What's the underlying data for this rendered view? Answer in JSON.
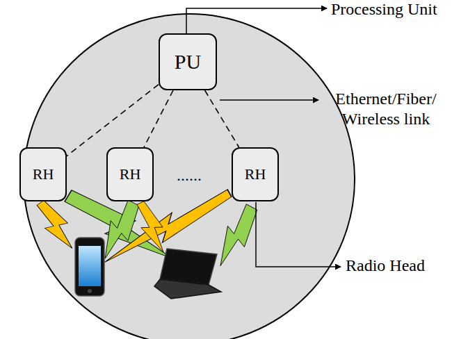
{
  "diagram": {
    "nodes": [
      {
        "text": [
          "PU"
        ]
      },
      {
        "text": [
          "RH"
        ]
      },
      {
        "text": [
          "RH"
        ]
      },
      {
        "text": [
          "RH"
        ]
      }
    ],
    "edges": [
      {
        "from": 0,
        "to": 1,
        "arrow": "none"
      },
      {
        "from": 0,
        "to": 2,
        "arrow": "none"
      },
      {
        "from": 0,
        "to": 3,
        "arrow": "none"
      }
    ],
    "labels": [
      "......",
      "Processing Unit",
      "Ethernet/Fiber/ Wireless link",
      "Radio Head"
    ]
  }
}
